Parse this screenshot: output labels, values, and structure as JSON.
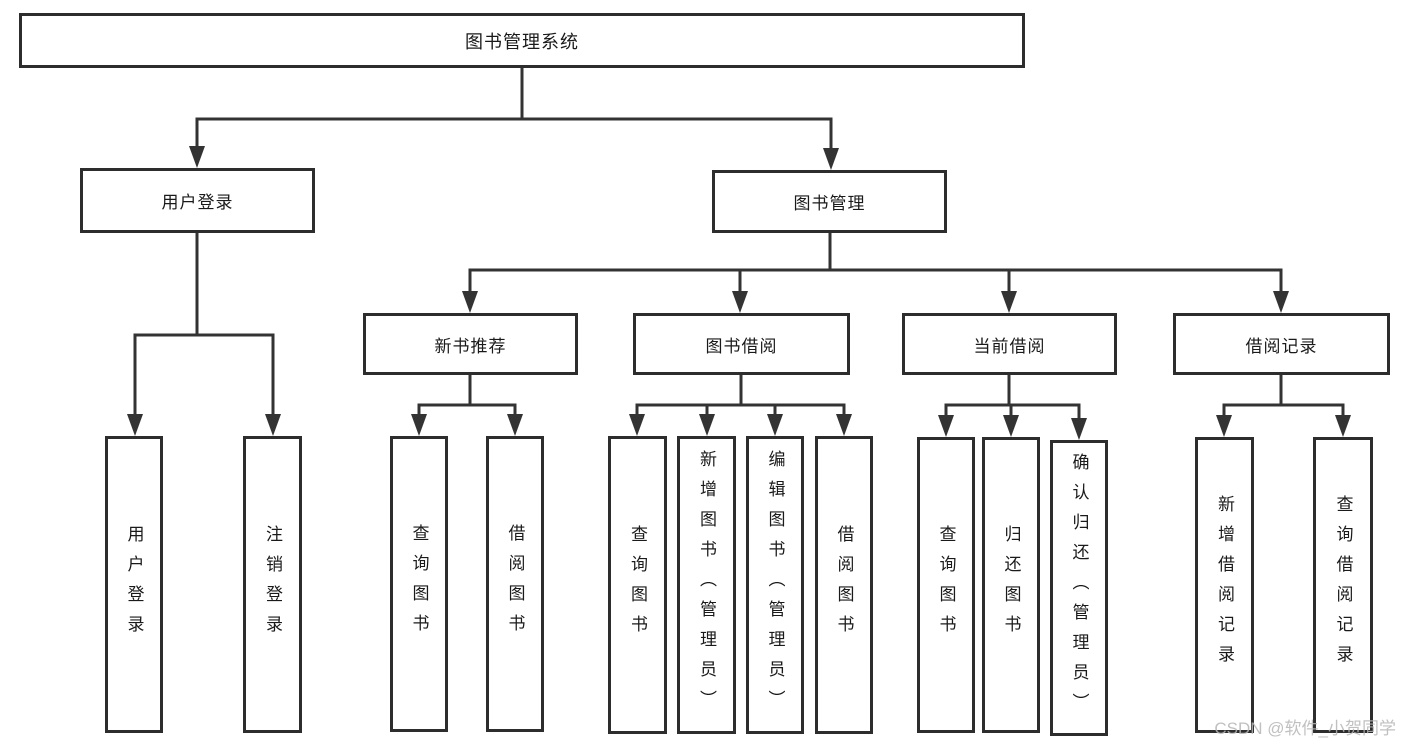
{
  "diagram": {
    "type": "tree",
    "title": "图书管理系统"
  },
  "colors": {
    "background": "#ffffff",
    "line": "#333333",
    "box_border": "#2d2d2d",
    "text": "#1a1a1a",
    "watermark": "#b6b6b6"
  },
  "watermark": {
    "text": "CSDN @软件_小贺同学"
  },
  "nodes": {
    "root": {
      "label": "图书管理系统"
    },
    "user_login": {
      "label": "用户登录"
    },
    "book_mgmt": {
      "label": "图书管理"
    },
    "leaf_user_login": {
      "label": "用户登录"
    },
    "leaf_logout": {
      "label": "注销登录"
    },
    "new_book": {
      "label": "新书推荐"
    },
    "borrow": {
      "label": "图书借阅"
    },
    "current": {
      "label": "当前借阅"
    },
    "records": {
      "label": "借阅记录"
    },
    "new_book_query": {
      "label": "查询图书"
    },
    "new_book_borrow": {
      "label": "借阅图书"
    },
    "borrow_query": {
      "label": "查询图书"
    },
    "borrow_add": {
      "label": "新增图书（管理员）"
    },
    "borrow_edit": {
      "label": "编辑图书（管理员）"
    },
    "borrow_borrow": {
      "label": "借阅图书"
    },
    "current_query": {
      "label": "查询图书"
    },
    "current_return": {
      "label": "归还图书"
    },
    "current_confirm": {
      "label": "确认归还（管理员）"
    },
    "records_add": {
      "label": "新增借阅记录"
    },
    "records_query": {
      "label": "查询借阅记录"
    }
  },
  "hierarchy": {
    "label": "图书管理系统",
    "children": [
      {
        "label": "用户登录",
        "children": [
          {
            "label": "用户登录"
          },
          {
            "label": "注销登录"
          }
        ]
      },
      {
        "label": "图书管理",
        "children": [
          {
            "label": "新书推荐",
            "children": [
              {
                "label": "查询图书"
              },
              {
                "label": "借阅图书"
              }
            ]
          },
          {
            "label": "图书借阅",
            "children": [
              {
                "label": "查询图书"
              },
              {
                "label": "新增图书（管理员）"
              },
              {
                "label": "编辑图书（管理员）"
              },
              {
                "label": "借阅图书"
              }
            ]
          },
          {
            "label": "当前借阅",
            "children": [
              {
                "label": "查询图书"
              },
              {
                "label": "归还图书"
              },
              {
                "label": "确认归还（管理员）"
              }
            ]
          },
          {
            "label": "借阅记录",
            "children": [
              {
                "label": "新增借阅记录"
              },
              {
                "label": "查询借阅记录"
              }
            ]
          }
        ]
      }
    ]
  }
}
